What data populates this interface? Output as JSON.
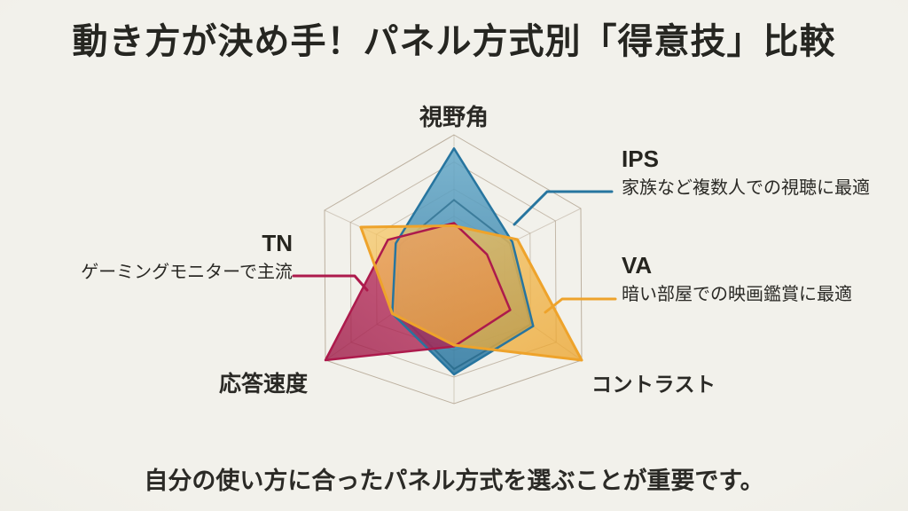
{
  "title": "動き方が決め手！パネル方式別「得意技」比較",
  "caption": "自分の使い方に合ったパネル方式を選ぶことが重要です。",
  "chart_data": {
    "type": "radar",
    "axes": [
      {
        "label": "視野角"
      },
      {
        "label": ""
      },
      {
        "label": "コントラスト"
      },
      {
        "label": ""
      },
      {
        "label": "応答速度"
      },
      {
        "label": ""
      }
    ],
    "scale": {
      "min": 0,
      "max": 1,
      "rings": [
        0.2,
        0.4,
        0.6,
        0.8,
        1.0
      ]
    },
    "grid_color": "#b3a492",
    "legend_position": "callouts",
    "series": [
      {
        "id": "ips",
        "name": "IPS",
        "description": "家族など複数人での視聴に最適",
        "color": "#3e8ab0",
        "stroke": "#27759f",
        "fill_opacity": 0.85,
        "values": [
          0.9,
          0.46,
          0.62,
          0.78,
          0.48,
          0.45
        ]
      },
      {
        "id": "va",
        "name": "VA",
        "description": "暗い部屋での映画鑑賞に最適",
        "color": "#f2b440",
        "stroke": "#eea32b",
        "fill_opacity": 0.75,
        "values": [
          0.33,
          0.5,
          1.0,
          0.56,
          0.48,
          0.72
        ]
      },
      {
        "id": "tn",
        "name": "TN",
        "description": "ゲーミングモニターで主流",
        "color": "#c02a5b",
        "stroke": "#ad1a4c",
        "fill_opacity": 0.78,
        "values": [
          0.35,
          0.26,
          0.44,
          0.57,
          1.0,
          0.51
        ]
      }
    ]
  }
}
